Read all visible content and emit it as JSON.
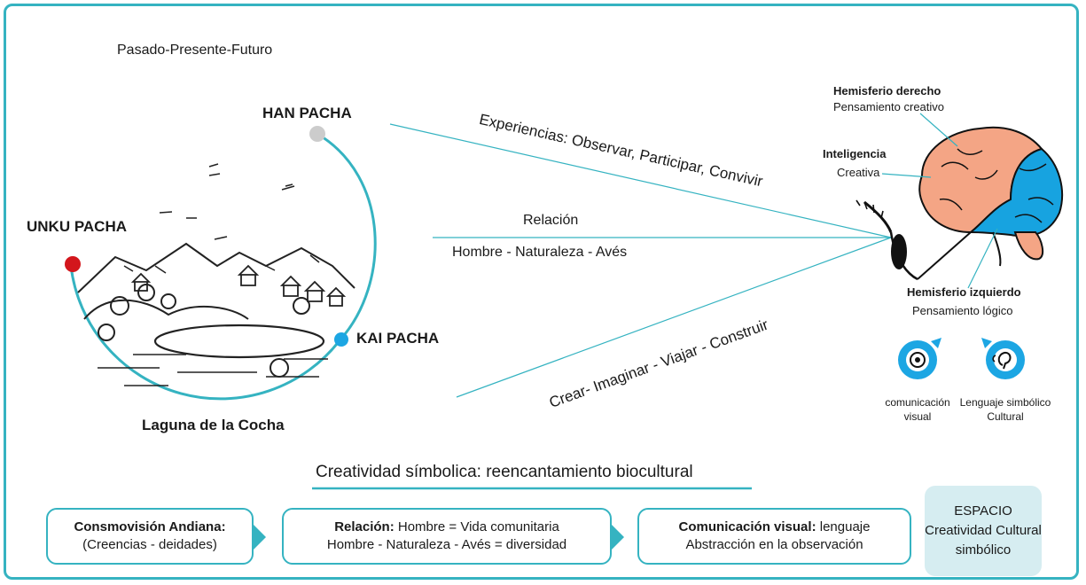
{
  "top_label": "Pasado-Presente-Futuro",
  "cosmos": {
    "han_pacha": "HAN PACHA",
    "unku_pacha": "UNKU PACHA",
    "kai_pacha": "KAI PACHA",
    "laguna": "Laguna de la Cocha"
  },
  "lines": {
    "experiencias": "Experiencias: Observar, Participar, Convivir",
    "relacion": "Relación",
    "hombre": "Hombre - Naturaleza - Avés",
    "crear": "Crear- Imaginar - Viajar - Construir"
  },
  "brain": {
    "hd_title": "Hemisferio derecho",
    "hd_sub": "Pensamiento creativo",
    "int_title": "Inteligencia",
    "int_sub": "Creativa",
    "hi_title": "Hemisferio izquierdo",
    "hi_sub": "Pensamiento lógico",
    "icon1_caption_1": "comunicación",
    "icon1_caption_2": "visual",
    "icon2_caption_1": "Lenguaje simbólico",
    "icon2_caption_2": "Cultural"
  },
  "main_title": "Creatividad símbolica: reencantamiento biocultural",
  "boxes": {
    "b1_bold": "Consmovisión Andiana:",
    "b1_line2": "(Creencias - deidades)",
    "b2_bold": "Relación:",
    "b2_rest": " Hombre =  Vida comunitaria",
    "b2_line2": "Hombre - Naturaleza - Avés = diversidad",
    "b3_bold": "Comunicación visual:",
    "b3_rest": " lenguaje",
    "b3_line2": "Abstracción en la observación"
  },
  "espacio": {
    "line1": "ESPACIO",
    "line2": "Creatividad Cultural",
    "line3": "simbólico"
  },
  "colors": {
    "teal": "#35b3c1",
    "brain_right": "#f4a585",
    "brain_left": "#17a3e0",
    "dot_red": "#d3161c",
    "dot_gray": "#cccccc",
    "dot_blue": "#1ca6e3",
    "espacio_bg": "#d6edf1"
  }
}
